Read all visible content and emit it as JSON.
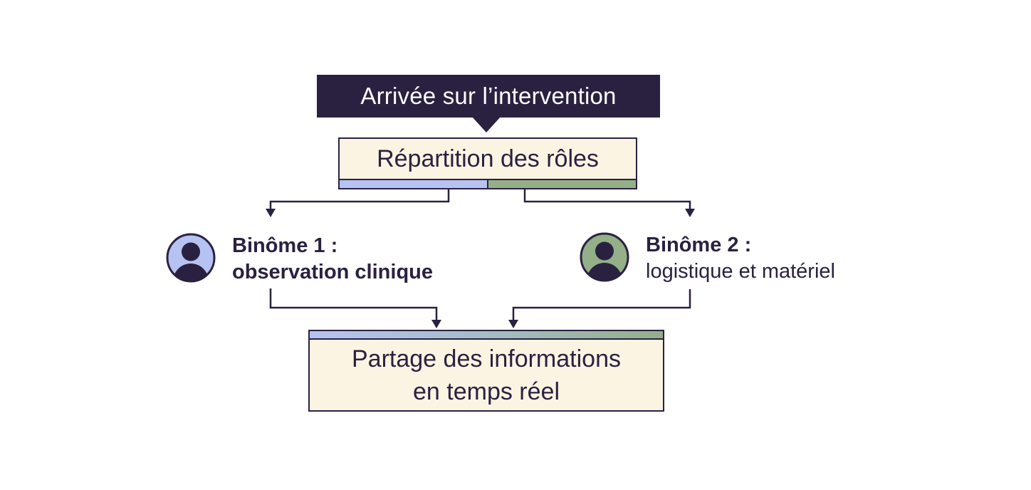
{
  "colors": {
    "dark": "#2a2141",
    "cream": "#fbf4e2",
    "blue": "#b6c3f2",
    "green": "#93b088",
    "white": "#ffffff"
  },
  "nodes": {
    "arrival": {
      "label": "Arrivée sur l’intervention"
    },
    "repartition": {
      "label": "Répartition des rôles"
    },
    "binome1": {
      "title": "Binôme 1 :",
      "subtitle": "observation clinique"
    },
    "binome2": {
      "title": "Binôme 2 :",
      "subtitle": "logistique et matériel"
    },
    "partage": {
      "line1": "Partage des informations",
      "line2": "en temps réel"
    }
  }
}
